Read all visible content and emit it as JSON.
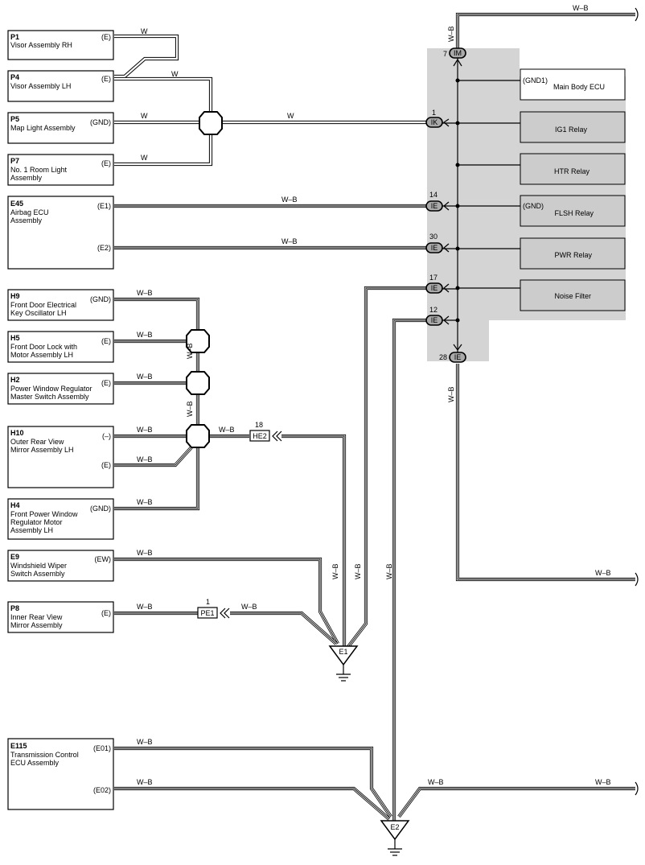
{
  "diagram": {
    "components": [
      {
        "code": "P1",
        "name": [
          "Visor Assembly RH"
        ],
        "pins": [
          {
            "label": "(E)",
            "wire": "W"
          }
        ]
      },
      {
        "code": "P4",
        "name": [
          "Visor Assembly LH"
        ],
        "pins": [
          {
            "label": "(E)",
            "wire": "W"
          }
        ]
      },
      {
        "code": "P5",
        "name": [
          "Map Light Assembly"
        ],
        "pins": [
          {
            "label": "(GND)",
            "wire": "W"
          }
        ]
      },
      {
        "code": "P7",
        "name": [
          "No.  1 Room Light",
          "Assembly"
        ],
        "pins": [
          {
            "label": "(E)",
            "wire": "W"
          }
        ]
      },
      {
        "code": "E45",
        "name": [
          "Airbag ECU",
          "Assembly"
        ],
        "pins": [
          {
            "label": "(E1)",
            "wire": "W–B"
          },
          {
            "label": "(E2)",
            "wire": "W–B"
          }
        ]
      },
      {
        "code": "H9",
        "name": [
          "Front Door Electrical",
          "Key Oscillator LH"
        ],
        "pins": [
          {
            "label": "(GND)",
            "wire": "W–B"
          }
        ]
      },
      {
        "code": "H5",
        "name": [
          "Front Door Lock with",
          "Motor Assembly LH"
        ],
        "pins": [
          {
            "label": "(E)",
            "wire": "W–B"
          }
        ]
      },
      {
        "code": "H2",
        "name": [
          "Power Window Regulator",
          "Master Switch Assembly"
        ],
        "pins": [
          {
            "label": "(E)",
            "wire": "W–B"
          }
        ]
      },
      {
        "code": "H10",
        "name": [
          "Outer Rear View",
          "Mirror Assembly LH"
        ],
        "pins": [
          {
            "label": "(–)",
            "wire": "W–B"
          },
          {
            "label": "(E)",
            "wire": "W–B"
          }
        ]
      },
      {
        "code": "H4",
        "name": [
          "Front Power Window",
          "Regulator Motor",
          "Assembly LH"
        ],
        "pins": [
          {
            "label": "(GND)",
            "wire": "W–B"
          }
        ]
      },
      {
        "code": "E9",
        "name": [
          "Windshield Wiper",
          "Switch Assembly"
        ],
        "pins": [
          {
            "label": "(EW)",
            "wire": "W–B"
          }
        ]
      },
      {
        "code": "P8",
        "name": [
          "Inner Rear View",
          "Mirror Assembly"
        ],
        "pins": [
          {
            "label": "(E)",
            "wire": "W–B"
          }
        ]
      },
      {
        "code": "E115",
        "name": [
          "Transmission Control",
          "ECU Assembly"
        ],
        "pins": [
          {
            "label": "(E01)",
            "wire": "W–B"
          },
          {
            "label": "(E02)",
            "wire": "W–B"
          }
        ]
      }
    ],
    "junction_block": [
      {
        "pin": "(GND1)",
        "name": "Main Body ECU"
      },
      {
        "pin": "",
        "name": "IG1 Relay"
      },
      {
        "pin": "",
        "name": "HTR Relay"
      },
      {
        "pin": "(GND)",
        "name": "FLSH Relay"
      },
      {
        "pin": "",
        "name": "PWR Relay"
      },
      {
        "pin": "",
        "name": "Noise Filter"
      }
    ],
    "connectors": [
      {
        "code": "IM",
        "pin": "7"
      },
      {
        "code": "IK",
        "pin": "1"
      },
      {
        "code": "IE",
        "pin": "14"
      },
      {
        "code": "IE",
        "pin": "30"
      },
      {
        "code": "IE",
        "pin": "17"
      },
      {
        "code": "IE",
        "pin": "12"
      },
      {
        "code": "IE",
        "pin": "28"
      },
      {
        "code": "HE2",
        "pin": "18"
      },
      {
        "code": "PE1",
        "pin": "1"
      }
    ],
    "grounds": [
      "E1",
      "E2"
    ],
    "wire_labels": {
      "w": "W",
      "wb": "W–B"
    }
  }
}
